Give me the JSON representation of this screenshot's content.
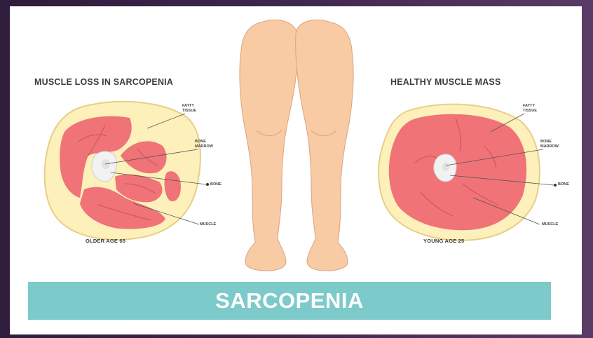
{
  "left": {
    "heading": "MUSCLE LOSS IN SARCOPENIA",
    "age_caption": "OLDER  AGE 65",
    "labels": {
      "fatty": "FATTY\nTISSUE",
      "marrow": "BONE\nMARROW",
      "bone": "BONE",
      "muscle": "MUSCLE"
    }
  },
  "right": {
    "heading": "HEALTHY MUSCLE MASS",
    "age_caption": "YOUNG  AGE 25",
    "labels": {
      "fatty": "FATTY\nTISSUE",
      "marrow": "BONE\nMARROW",
      "bone": "BONE",
      "muscle": "MUSCLE"
    }
  },
  "banner": {
    "title": "SARCOPENIA"
  },
  "colors": {
    "fat": "#fdf0ba",
    "fat_outline": "#e7cf86",
    "muscle": "#ef7377",
    "muscle_line": "#c9545a",
    "bone": "#f2f2f2",
    "skin": "#f8cba4",
    "skin_outline": "#d9a47f",
    "banner": "#7ccac9"
  }
}
